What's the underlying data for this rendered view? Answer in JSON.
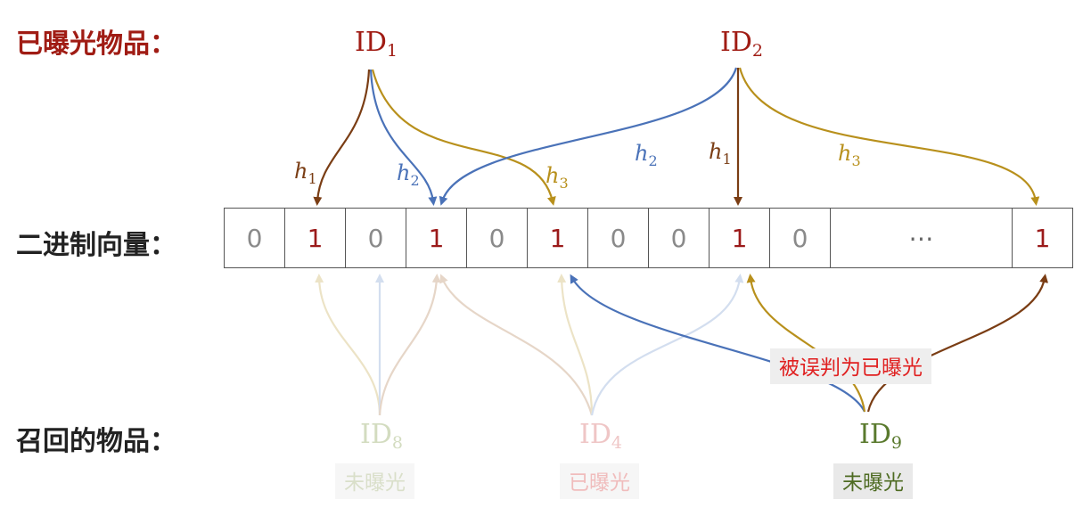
{
  "labels": {
    "exposed_items": "已曝光物品：",
    "binary_vector": "二进制向量：",
    "recalled_items": "召回的物品："
  },
  "ids": {
    "id1": {
      "text": "ID",
      "sub": "1"
    },
    "id2": {
      "text": "ID",
      "sub": "2"
    },
    "id8": {
      "text": "ID",
      "sub": "8"
    },
    "id4": {
      "text": "ID",
      "sub": "4"
    },
    "id9": {
      "text": "ID",
      "sub": "9"
    }
  },
  "hash_labels": {
    "id1_h1": {
      "text": "h",
      "sub": "1"
    },
    "id1_h2": {
      "text": "h",
      "sub": "2"
    },
    "id1_h3": {
      "text": "h",
      "sub": "3"
    },
    "id2_h2": {
      "text": "h",
      "sub": "2"
    },
    "id2_h1": {
      "text": "h",
      "sub": "1"
    },
    "id2_h3": {
      "text": "h",
      "sub": "3"
    }
  },
  "vector": [
    "0",
    "1",
    "0",
    "1",
    "0",
    "1",
    "0",
    "0",
    "1",
    "0",
    "⋯",
    "1"
  ],
  "badges": {
    "id8_status": "未曝光",
    "id4_status": "已曝光",
    "id9_status": "未曝光",
    "false_positive": "被误判为已曝光"
  },
  "colors": {
    "title_red": "#a01c14",
    "h1_brown": "#7a3d14",
    "h2_blue": "#4a72b8",
    "h3_gold": "#b8901c",
    "green": "#5a7a2e",
    "false_positive_red": "#e02020"
  }
}
